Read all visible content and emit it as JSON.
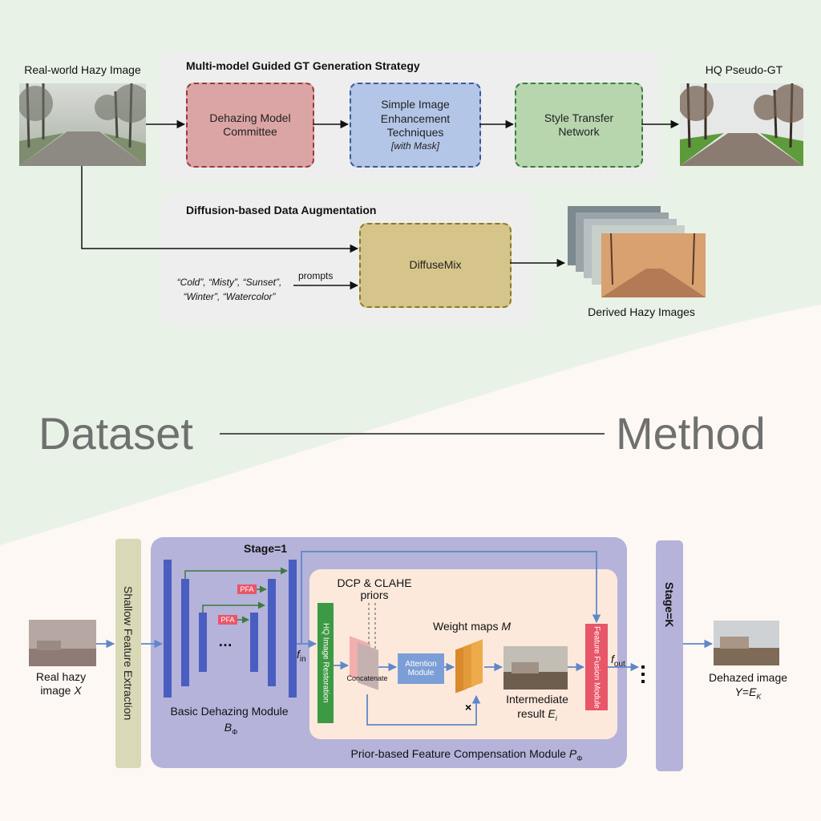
{
  "dataset": {
    "input_label": "Real-world Hazy Image",
    "output_label": "HQ Pseudo-GT",
    "gt_panel": {
      "title": "Multi-model Guided GT Generation Strategy",
      "steps": [
        {
          "lines": [
            "Dehazing Model",
            "Committee"
          ]
        },
        {
          "lines": [
            "Simple Image",
            "Enhancement",
            "Techniques"
          ],
          "note": "[with Mask]"
        },
        {
          "lines": [
            "Style Transfer",
            "Network"
          ]
        }
      ]
    },
    "aug_panel": {
      "title": "Diffusion-based Data Augmentation",
      "model": "DiffuseMix",
      "prompts_label": "prompts",
      "prompt_line1": "“Cold”,  “Misty”, “Sunset”,",
      "prompt_line2": "“Winter”, “Watercolor”"
    },
    "derived_label": "Derived Hazy Images"
  },
  "divider": {
    "left": "Dataset",
    "right": "Method"
  },
  "method": {
    "stage1": "Stage=1",
    "stageK": "Stage=K",
    "shallow": "Shallow Feature Extraction",
    "input_label_1": "Real hazy",
    "input_label_2": "image",
    "input_var": "X",
    "basic_label": "Basic Dehazing Module",
    "basic_var": "B",
    "basic_sub": "Φ",
    "pfa": "PFA",
    "ellipsis": "…",
    "f_in": "f",
    "f_in_sub": "in",
    "hq_restoration": "HQ Image Restoration",
    "priors_1": "DCP & CLAHE",
    "priors_2": "priors",
    "concatenate": "Concatenate",
    "attention_1": "Attention",
    "attention_2": "Module",
    "weight_maps": "Weight maps",
    "weight_var": "M",
    "multiply": "×",
    "intermediate_1": "Intermediate",
    "intermediate_2": "result",
    "intermediate_var": "E",
    "intermediate_sub": "i",
    "fusion": "Feature Fusion Module",
    "f_out": "f",
    "f_out_sub": "out",
    "prior_module_label": "Prior-based Feature Compensation Module",
    "prior_var": "P",
    "prior_sub": "Φ",
    "output_label": "Dehazed image",
    "output_eq_lhs": "Y",
    "output_eq_rhs": "E",
    "output_eq_sub": "K"
  },
  "colors": {
    "top_bg": "#e9f2e6",
    "bottom_bg": "#fdf8f3",
    "committee": "#dba5a5",
    "enhancement": "#b3c6e7",
    "style": "#b7d6ae",
    "diffusemix": "#d6c58a",
    "outer_stage": "#b5b3da",
    "inner_panel": "#fce9dc",
    "blue_bar": "#4a5ec1",
    "green_bar": "#3d9a44",
    "fusion": "#e8566a",
    "shallow": "#dad9b7",
    "flow_arrow": "#5e88c8"
  }
}
